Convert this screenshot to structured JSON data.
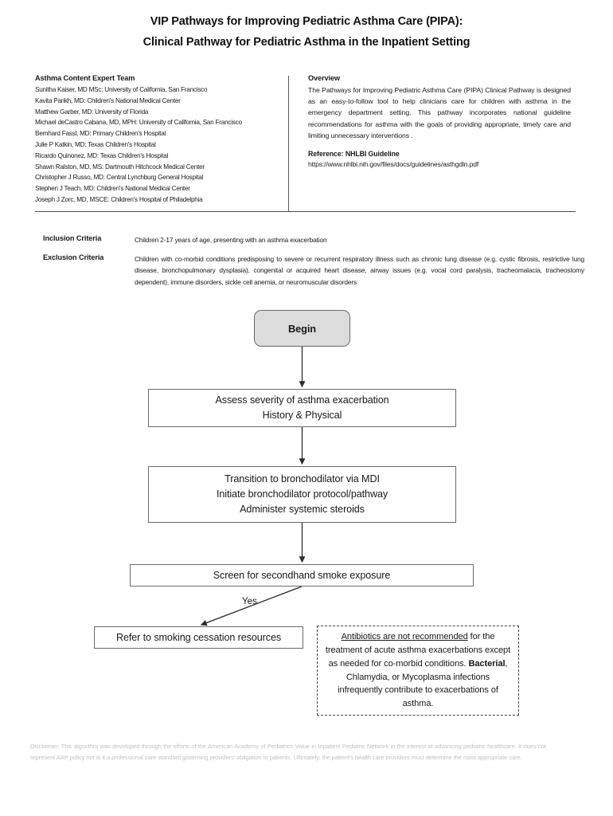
{
  "title": {
    "line1": "VIP Pathways for Improving Pediatric Asthma Care (PIPA):",
    "line2": "Clinical Pathway for Pediatric Asthma in the Inpatient Setting"
  },
  "expert_team": {
    "heading": "Asthma Content Expert Team",
    "members": [
      "Sunitha Kaiser, MD MSc: University of California, San Francisco",
      "Kavita Parikh, MD: Children's National Medical Center",
      "Matthew Garber, MD: University of Florida",
      "Michael deCastro Cabana, MD, MPH: University of California, San Francisco",
      "Bernhard Fassl, MD: Primary Children's Hospital",
      "Julie P Katkin, MD: Texas Children's Hospital",
      "Ricardo Quinonez, MD: Texas Children's Hospital",
      "Shawn Ralston, MD, MS: Dartmouth Hitchcock Medical Center",
      "Christopher J Russo, MD: Central Lynchburg General Hospital",
      "Stephen J Teach, MD: Children's National Medical Center",
      "Joseph J Zorc, MD, MSCE: Children's Hospital of Philadelphia"
    ]
  },
  "overview": {
    "heading": "Overview",
    "body": "The Pathways for Improving Pediatric Asthma Care (PIPA) Clinical Pathway is designed as an easy-to-follow tool to help clinicians care for children with asthma in the emergency department setting. This pathway incorporates national guideline recommendations for asthma with the goals of providing appropriate, timely care and limiting unnecessary interventions .",
    "reference_heading": "Reference: NHLBI Guideline",
    "reference_url": "https://www.nhlbi.nih.gov/files/docs/guidelines/asthgdln.pdf"
  },
  "criteria": {
    "inclusion_label": "Inclusion Criteria",
    "inclusion_text": "Children 2-17 years of age, presenting with an asthma exacerbation",
    "exclusion_label": "Exclusion Criteria",
    "exclusion_text": "Children with co-morbid conditions predisposing to severe or recurrent respiratory illness such as chronic lung disease (e.g. cystic fibrosis, restrictive lung disease, bronchopulmonary dysplasia), congenital or acquired heart disease, airway issues (e.g. vocal cord paralysis, tracheomalacia, tracheostomy dependent), immune disorders, sickle cell anemia, or neuromuscular disorders"
  },
  "flowchart": {
    "begin": "Begin",
    "assess_line1": "Assess severity of asthma exacerbation",
    "assess_line2": "History & Physical",
    "transition_line1": "Transition to bronchodilator via MDI",
    "transition_line2": "Initiate bronchodilator protocol/pathway",
    "transition_line3": "Administer systemic steroids",
    "screen": "Screen for secondhand smoke exposure",
    "yes_label": "Yes",
    "refer": "Refer to smoking cessation resources",
    "antibiotics_underlined": "Antibiotics are not recommended",
    "antibiotics_rest_a": " for the treatment of acute asthma exacerbations except as needed for co-morbid conditions. ",
    "antibiotics_bold_b": "Bacterial",
    "antibiotics_rest_b": ", Chlamydia, or Mycoplasma infections infrequently contribute to exacerbations of asthma.",
    "begin_fill": "#dcdcdc",
    "box_stroke": "#6b6b6b"
  },
  "disclaimer": "Disclaimer: This algorithm was developed through the efforts of the American Academy of Pediatrics Value in Inpatient Pediatric Network in the interest of advancing pediatric healthcare. It does not represent AAP policy nor is it a professional care standard governing providers' obligation to patients. Ultimately, the patient's health care providers must determine the most appropriate care."
}
